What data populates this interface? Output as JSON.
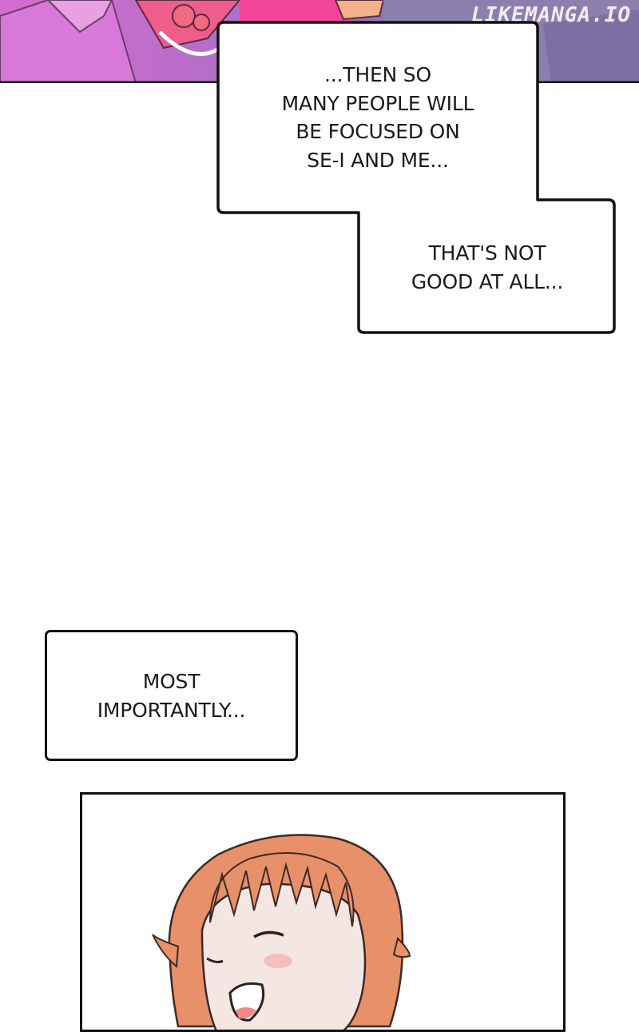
{
  "watermark": "LIKEMANGA.IO",
  "captions": {
    "first": [
      "...THEN SO",
      "MANY PEOPLE WILL",
      "BE FOCUSED ON",
      "SE-I AND ME..."
    ],
    "second": [
      "THAT'S NOT",
      "GOOD AT ALL..."
    ],
    "third": [
      "MOST",
      "IMPORTANTLY..."
    ]
  },
  "colors": {
    "top_panel_pink": "#e060c0",
    "top_panel_purple": "#7a6fa8",
    "hair_orange": "#e8906a",
    "skin": "#f4e6e2",
    "border": "#111111"
  },
  "icons": [
    "character-illustration",
    "girl-laughing-illustration"
  ]
}
